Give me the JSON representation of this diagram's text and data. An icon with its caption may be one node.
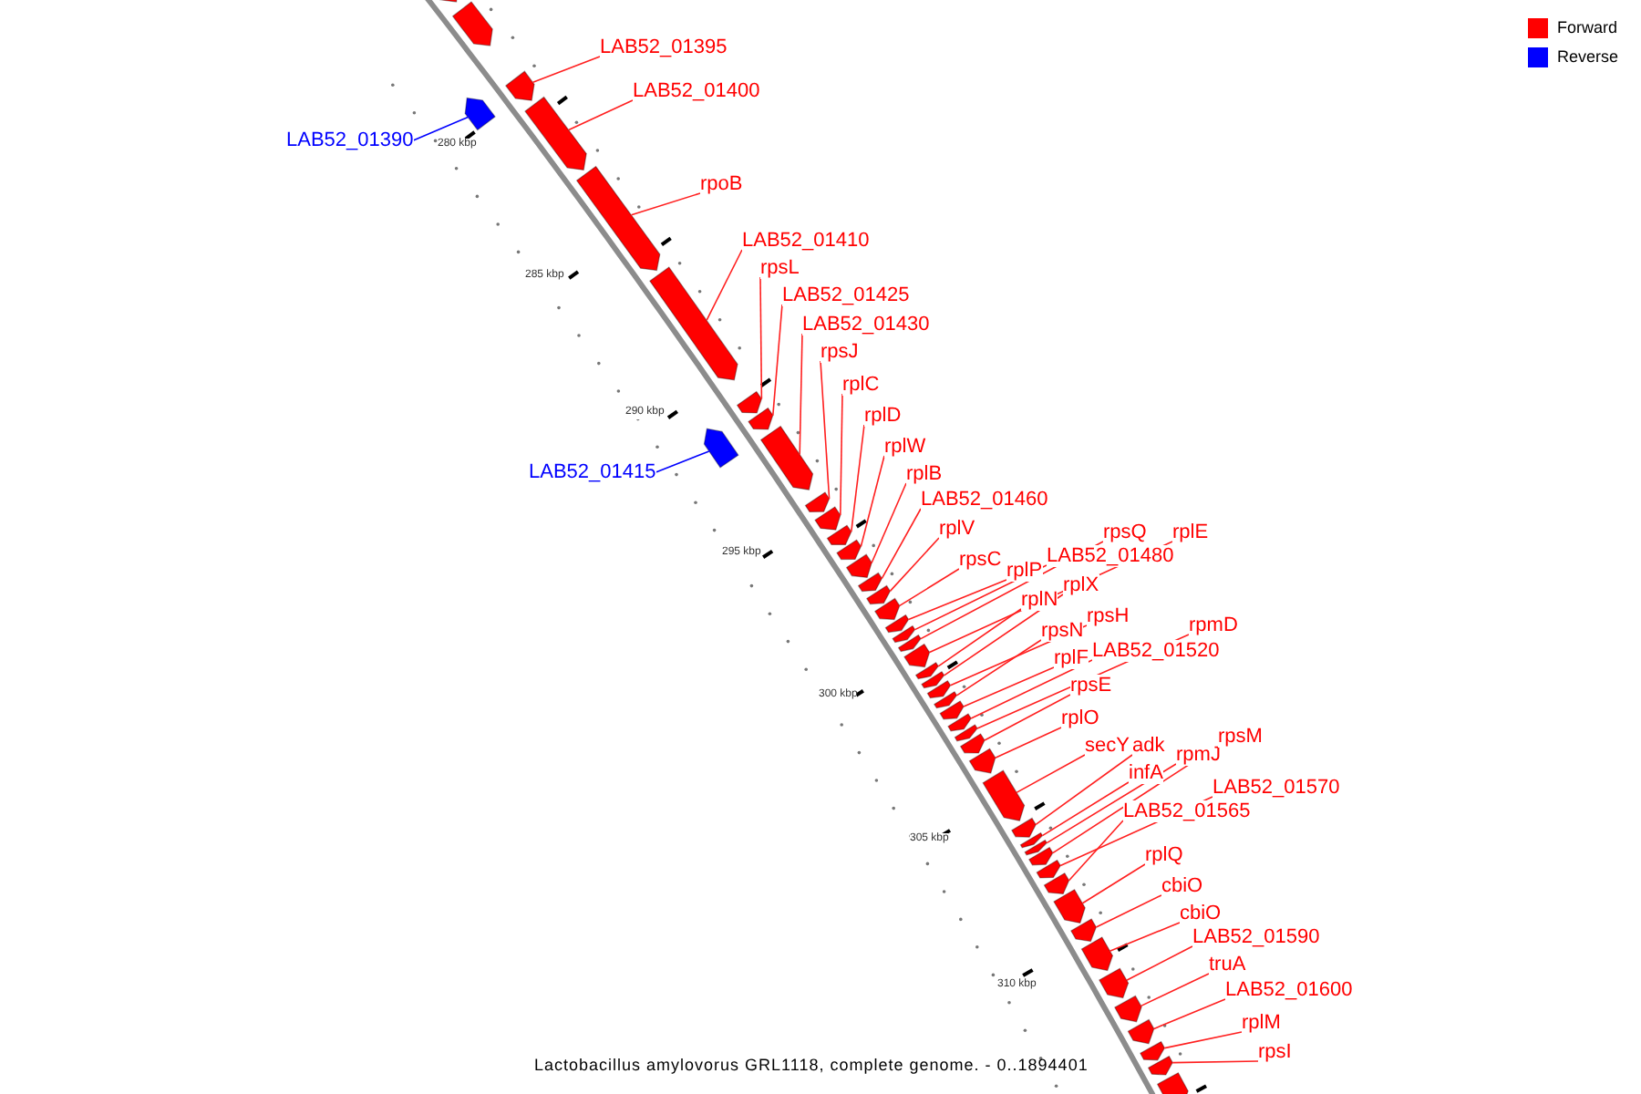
{
  "diagram": {
    "caption": "Lactobacillus amylovorus GRL1118, complete genome. - 0..1894401",
    "nodes": [
      {
        "text": [],
        "shape": "bar"
      },
      {
        "text": [],
        "shape": "bar"
      },
      {
        "text": [
          "LAB52_01390"
        ]
      },
      {
        "text": [],
        "shape": "bar"
      },
      {
        "text": [
          "LAB52_01395"
        ]
      },
      {
        "text": [],
        "shape": "bar"
      },
      {
        "text": [
          "LAB52_01400"
        ]
      },
      {
        "text": [],
        "shape": "bar"
      },
      {
        "text": [
          "rpoB"
        ]
      },
      {
        "text": [],
        "shape": "bar"
      },
      {
        "text": [
          "LAB52_01410"
        ]
      },
      {
        "text": [],
        "shape": "bar"
      },
      {
        "text": [
          "LAB52_01415"
        ]
      },
      {
        "text": [],
        "shape": "bar"
      },
      {
        "text": [
          "rpsL"
        ]
      },
      {
        "text": [],
        "shape": "bar"
      },
      {
        "text": [
          "LAB52_01425"
        ]
      },
      {
        "text": [],
        "shape": "bar"
      },
      {
        "text": [
          "LAB52_01430"
        ]
      },
      {
        "text": [],
        "shape": "bar"
      },
      {
        "text": [
          "rpsJ"
        ]
      },
      {
        "text": [],
        "shape": "bar"
      },
      {
        "text": [
          "rplC"
        ]
      },
      {
        "text": [],
        "shape": "bar"
      },
      {
        "text": [
          "rplD"
        ]
      },
      {
        "text": [],
        "shape": "bar"
      },
      {
        "text": [
          "rplW"
        ]
      },
      {
        "text": [],
        "shape": "bar"
      },
      {
        "text": [
          "rplB"
        ]
      },
      {
        "text": [],
        "shape": "bar"
      },
      {
        "text": [
          "LAB52_01460"
        ]
      },
      {
        "text": [],
        "shape": "bar"
      },
      {
        "text": [
          "rplV"
        ]
      },
      {
        "text": [],
        "shape": "bar"
      },
      {
        "text": [
          "rpsC"
        ]
      },
      {
        "text": [],
        "shape": "bar"
      },
      {
        "text": [
          "rplP"
        ]
      },
      {
        "text": [],
        "shape": "bar"
      },
      {
        "text": [
          "LAB52_01480"
        ]
      },
      {
        "text": [],
        "shape": "bar"
      },
      {
        "text": [
          "rpsQ"
        ]
      },
      {
        "text": [],
        "shape": "bar"
      },
      {
        "text": [
          "rplE"
        ]
      },
      {
        "text": [],
        "shape": "bar"
      },
      {
        "text": [
          "rplN"
        ]
      },
      {
        "text": [],
        "shape": "bar"
      },
      {
        "text": [
          "rplX"
        ]
      },
      {
        "text": [],
        "shape": "bar"
      },
      {
        "text": [
          "rpsH"
        ]
      },
      {
        "text": [],
        "shape": "bar"
      },
      {
        "text": [
          "rpsN"
        ]
      },
      {
        "text": [],
        "shape": "bar"
      },
      {
        "text": [
          "rplF"
        ]
      },
      {
        "text": [],
        "shape": "bar"
      },
      {
        "text": [
          "LAB52_01520"
        ]
      },
      {
        "text": [],
        "shape": "bar"
      },
      {
        "text": [
          "rpmD"
        ]
      },
      {
        "text": [],
        "shape": "bar"
      },
      {
        "text": [
          "rpsE"
        ]
      },
      {
        "text": [],
        "shape": "bar"
      },
      {
        "text": [
          "rplO"
        ]
      },
      {
        "text": [],
        "shape": "bar"
      },
      {
        "text": [
          "secY"
        ]
      },
      {
        "text": [],
        "shape": "bar"
      },
      {
        "text": [
          "adk"
        ]
      },
      {
        "text": [],
        "shape": "bar"
      },
      {
        "text": [
          "infA"
        ]
      },
      {
        "text": [],
        "shape": "bar"
      },
      {
        "text": [
          "rpmJ"
        ]
      },
      {
        "text": [],
        "shape": "bar"
      },
      {
        "text": [
          "rpsM"
        ]
      },
      {
        "text": [],
        "shape": "bar"
      },
      {
        "text": [
          "LAB52_01570"
        ]
      },
      {
        "text": [],
        "shape": "bar"
      },
      {
        "text": [
          "LAB52_01565"
        ]
      },
      {
        "text": [],
        "shape": "bar"
      },
      {
        "text": [
          "rplQ"
        ]
      },
      {
        "text": [],
        "shape": "bar"
      },
      {
        "text": [
          "cbiO"
        ]
      },
      {
        "text": [],
        "shape": "bar"
      },
      {
        "text": [
          "cbiO"
        ]
      },
      {
        "text": [],
        "shape": "bar"
      },
      {
        "text": [
          "LAB52_01590"
        ]
      },
      {
        "text": [],
        "shape": "bar"
      },
      {
        "text": [
          "truA"
        ]
      },
      {
        "text": [],
        "shape": "bar"
      },
      {
        "text": [
          "LAB52_01600"
        ]
      },
      {
        "text": [],
        "shape": "bar"
      },
      {
        "text": [
          "rplM"
        ]
      },
      {
        "text": [],
        "shape": "bar"
      },
      {
        "text": [
          "rpsI"
        ]
      },
      {
        "text": [],
        "shape": "bar"
      },
      {
        "text": [],
        "shape": "bar"
      }
    ],
    "edges": [
      {
        "from": 2,
        "to": 3,
        "arrow": "none",
        "color": "#0000ff"
      },
      {
        "from": 4,
        "to": 5,
        "arrow": "none"
      },
      {
        "from": 6,
        "to": 7,
        "arrow": "none"
      },
      {
        "from": 8,
        "to": 9,
        "arrow": "none"
      },
      {
        "from": 10,
        "to": 11,
        "arrow": "none"
      },
      {
        "from": 12,
        "to": 13,
        "arrow": "none",
        "color": "#0000ff"
      },
      {
        "from": 14,
        "to": 15,
        "arrow": "none"
      },
      {
        "from": 16,
        "to": 17,
        "arrow": "none"
      },
      {
        "from": 18,
        "to": 19,
        "arrow": "none"
      },
      {
        "from": 20,
        "to": 21,
        "arrow": "none"
      },
      {
        "from": 22,
        "to": 23,
        "arrow": "none"
      },
      {
        "from": 24,
        "to": 25,
        "arrow": "none"
      },
      {
        "from": 26,
        "to": 27,
        "arrow": "none"
      },
      {
        "from": 28,
        "to": 29,
        "arrow": "none"
      },
      {
        "from": 30,
        "to": 31,
        "arrow": "none"
      },
      {
        "from": 32,
        "to": 33,
        "arrow": "none"
      },
      {
        "from": 34,
        "to": 35,
        "arrow": "none"
      },
      {
        "from": 36,
        "to": 37,
        "arrow": "none"
      },
      {
        "from": 38,
        "to": 39,
        "arrow": "none"
      },
      {
        "from": 40,
        "to": 41,
        "arrow": "none"
      },
      {
        "from": 42,
        "to": 43,
        "arrow": "none"
      },
      {
        "from": 44,
        "to": 45,
        "arrow": "none"
      },
      {
        "from": 46,
        "to": 47,
        "arrow": "none"
      },
      {
        "from": 48,
        "to": 49,
        "arrow": "none"
      },
      {
        "from": 50,
        "to": 51,
        "arrow": "none"
      },
      {
        "from": 52,
        "to": 53,
        "arrow": "none"
      },
      {
        "from": 54,
        "to": 55,
        "arrow": "none"
      },
      {
        "from": 56,
        "to": 57,
        "arrow": "none"
      },
      {
        "from": 58,
        "to": 59,
        "arrow": "none"
      },
      {
        "from": 60,
        "to": 61,
        "arrow": "none"
      },
      {
        "from": 62,
        "to": 63,
        "arrow": "none"
      },
      {
        "from": 64,
        "to": 65,
        "arrow": "none"
      },
      {
        "from": 66,
        "to": 67,
        "arrow": "none"
      },
      {
        "from": 68,
        "to": 69,
        "arrow": "none"
      },
      {
        "from": 70,
        "to": 71,
        "arrow": "none"
      },
      {
        "from": 72,
        "to": 73,
        "arrow": "none"
      },
      {
        "from": 74,
        "to": 75,
        "arrow": "none"
      },
      {
        "from": 76,
        "to": 77,
        "arrow": "none"
      },
      {
        "from": 78,
        "to": 79,
        "arrow": "none"
      },
      {
        "from": 80,
        "to": 81,
        "arrow": "none"
      },
      {
        "from": 82,
        "to": 83,
        "arrow": "none"
      },
      {
        "from": 84,
        "to": 85,
        "arrow": "none"
      },
      {
        "from": 86,
        "to": 87,
        "arrow": "none"
      },
      {
        "from": 88,
        "to": 89,
        "arrow": "none"
      },
      {
        "from": 90,
        "to": 91,
        "arrow": "none"
      }
    ],
    "labels": [
      "280 kbp",
      "285 kbp",
      "290 kbp",
      "295 kbp",
      "300 kbp",
      "305 kbp",
      "310 kbp"
    ],
    "legend": [
      {
        "text": "Forward",
        "color": "#ff0000"
      },
      {
        "text": "Reverse",
        "color": "#0000ff"
      }
    ]
  }
}
